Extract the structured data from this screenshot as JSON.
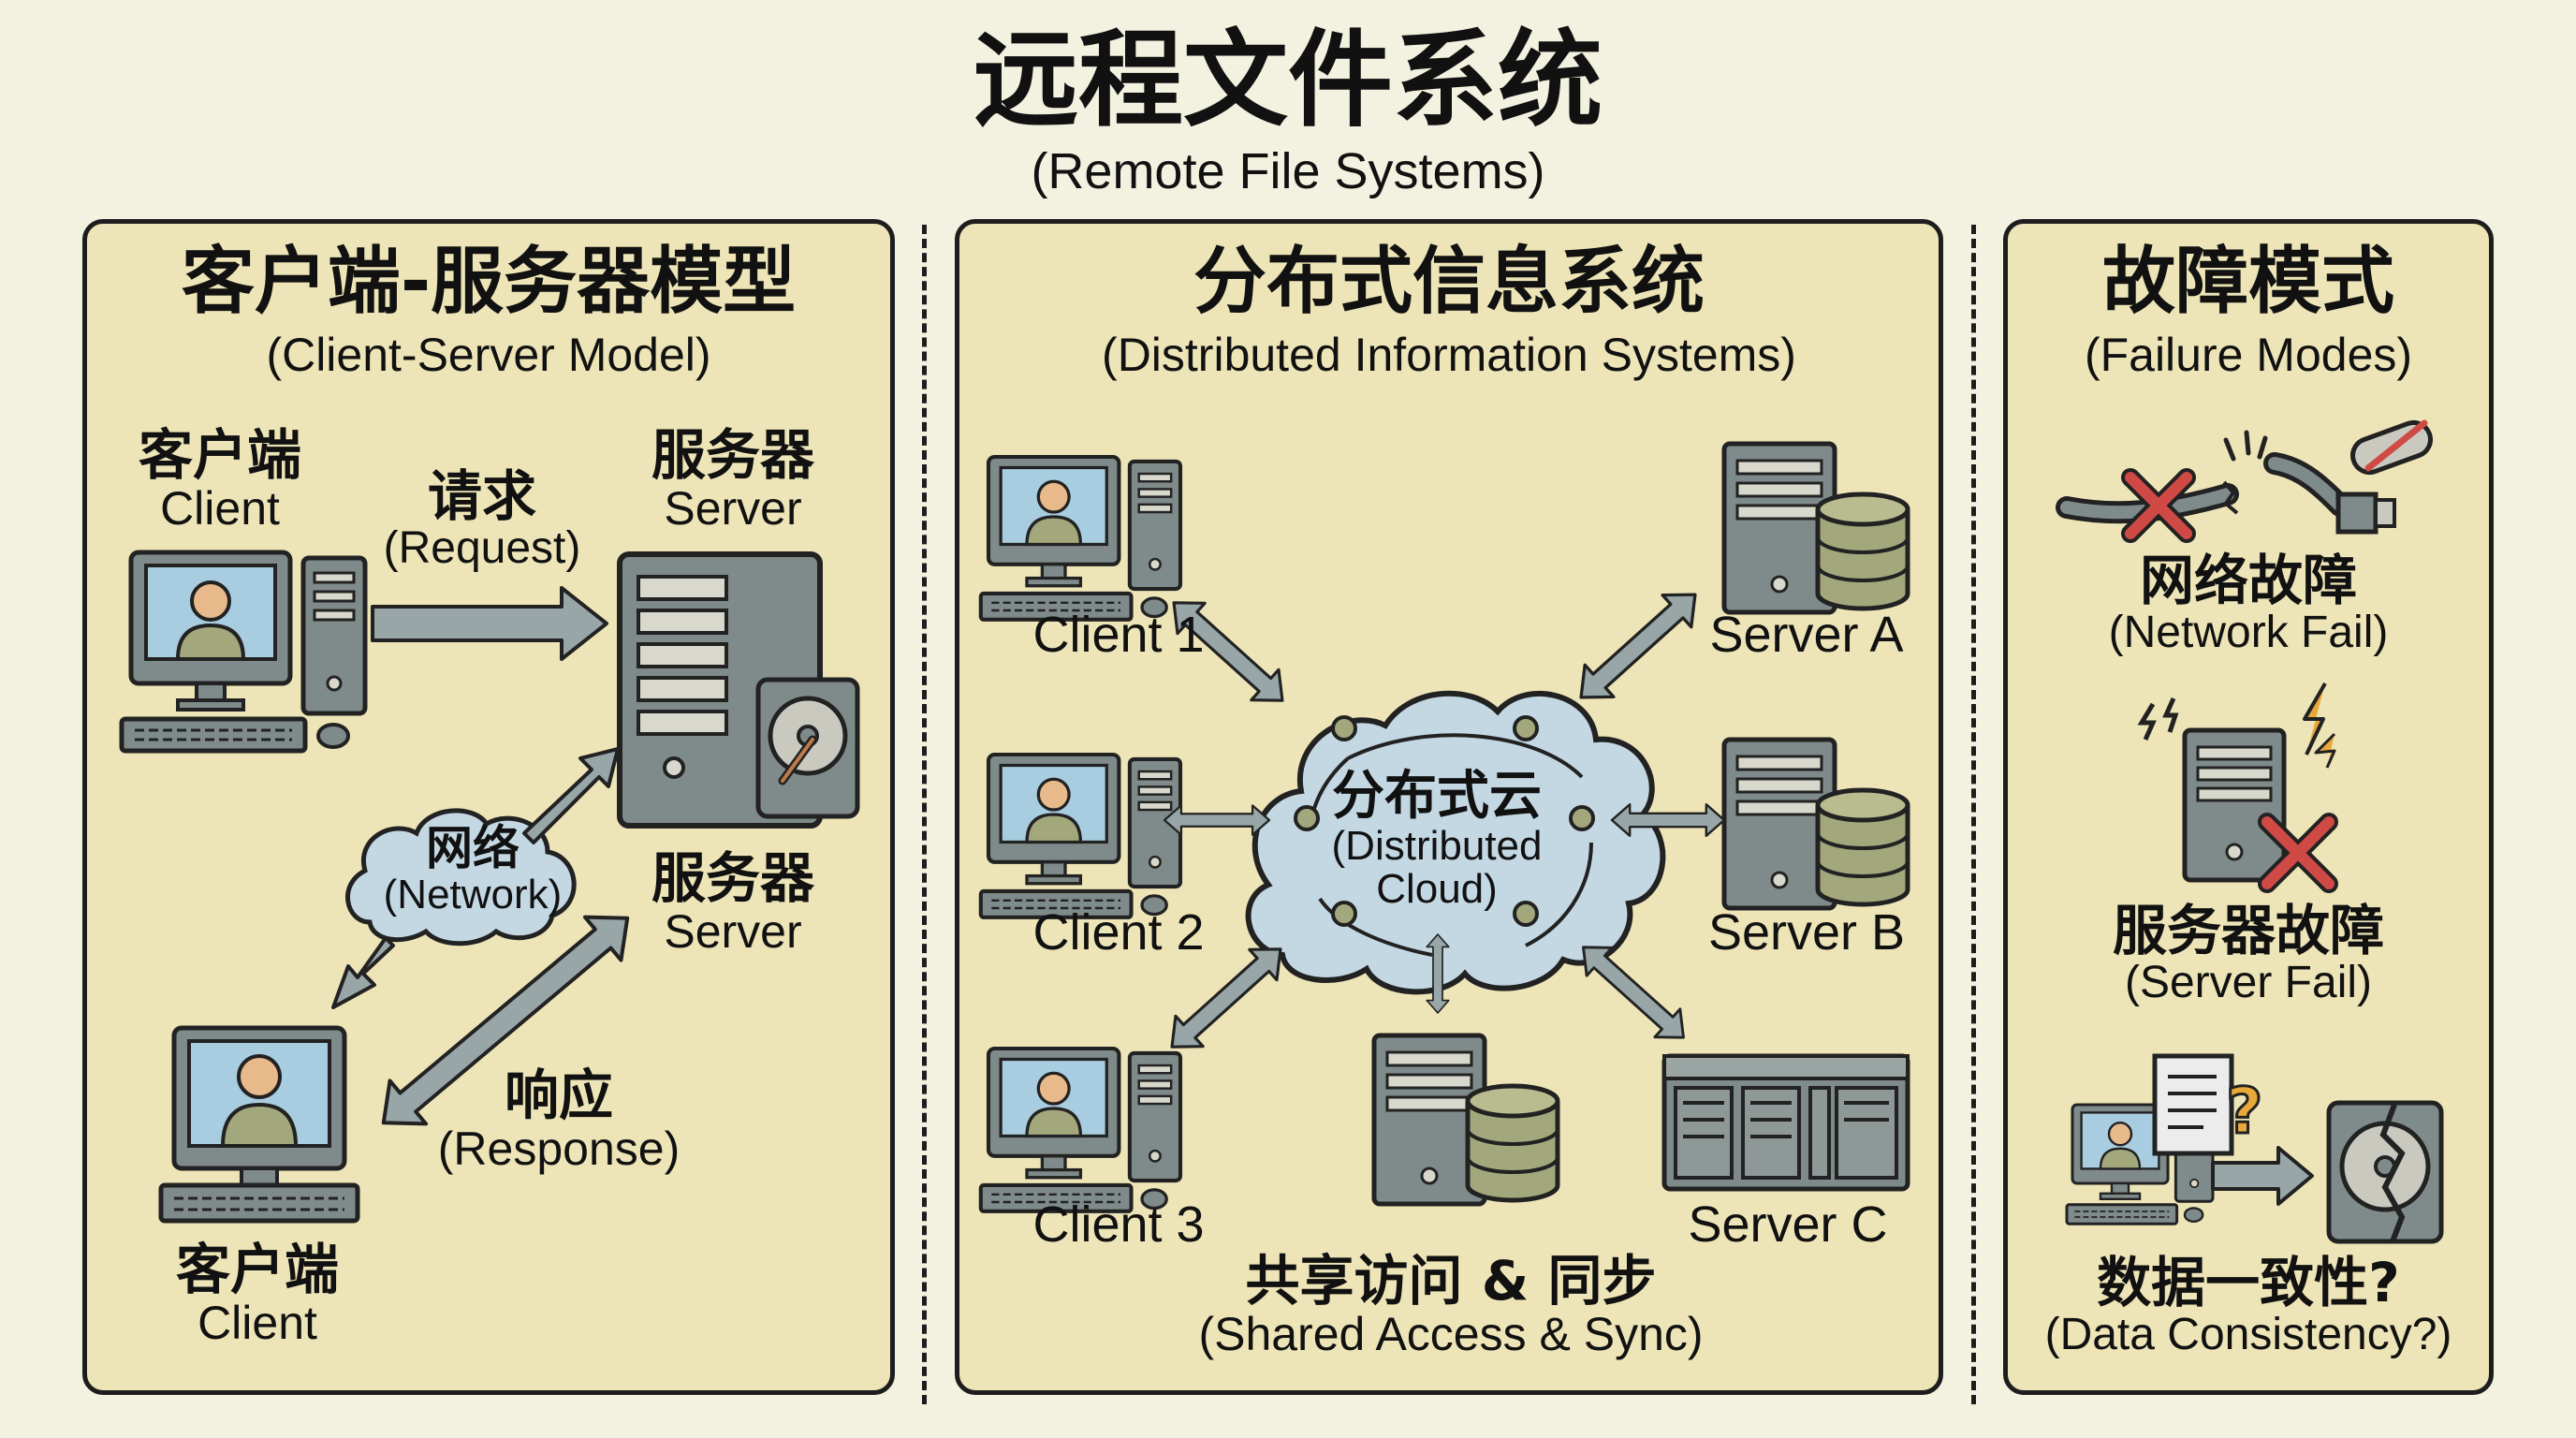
{
  "page": {
    "title_zh": "远程文件系统",
    "title_en": "(Remote File Systems)"
  },
  "panels": {
    "client_server": {
      "title_zh": "客户端-服务器模型",
      "title_en": "(Client-Server Model)",
      "client_top": {
        "zh": "客户端",
        "en": "Client"
      },
      "server_top": {
        "zh": "服务器",
        "en": "Server"
      },
      "request": {
        "zh": "请求",
        "en": "(Request)"
      },
      "network": {
        "zh": "网络",
        "en": "(Network)"
      },
      "server_mid": {
        "zh": "服务器",
        "en": "Server"
      },
      "response": {
        "zh": "响应",
        "en": "(Response)"
      },
      "client_bottom": {
        "zh": "客户端",
        "en": "Client"
      }
    },
    "distributed": {
      "title_zh": "分布式信息系统",
      "title_en": "(Distributed Information Systems)",
      "clients": [
        "Client 1",
        "Client 2",
        "Client 3"
      ],
      "servers": [
        "Server A",
        "Server B",
        "Server C"
      ],
      "cloud": {
        "zh": "分布式云",
        "en1": "(Distributed",
        "en2": "Cloud)"
      },
      "footer": {
        "zh": "共享访问 & 同步",
        "en": "(Shared Access & Sync)"
      }
    },
    "failures": {
      "title_zh": "故障模式",
      "title_en": "(Failure Modes)",
      "network_fail": {
        "zh": "网络故障",
        "en": "(Network Fail)"
      },
      "server_fail": {
        "zh": "服务器故障",
        "en": "(Server Fail)"
      },
      "consistency": {
        "zh": "数据一致性?",
        "en": "(Data Consistency?)"
      }
    }
  },
  "colors": {
    "background": "#f3f1df",
    "panel": "#ede5b7",
    "device": "#7f8b8a",
    "screen": "#a9cde0",
    "cloud": "#c4d8e3",
    "disk": "#a3a77c",
    "arrow": "#98a6a8",
    "fail_x": "#d04a45",
    "lightning": "#e8a83a"
  }
}
